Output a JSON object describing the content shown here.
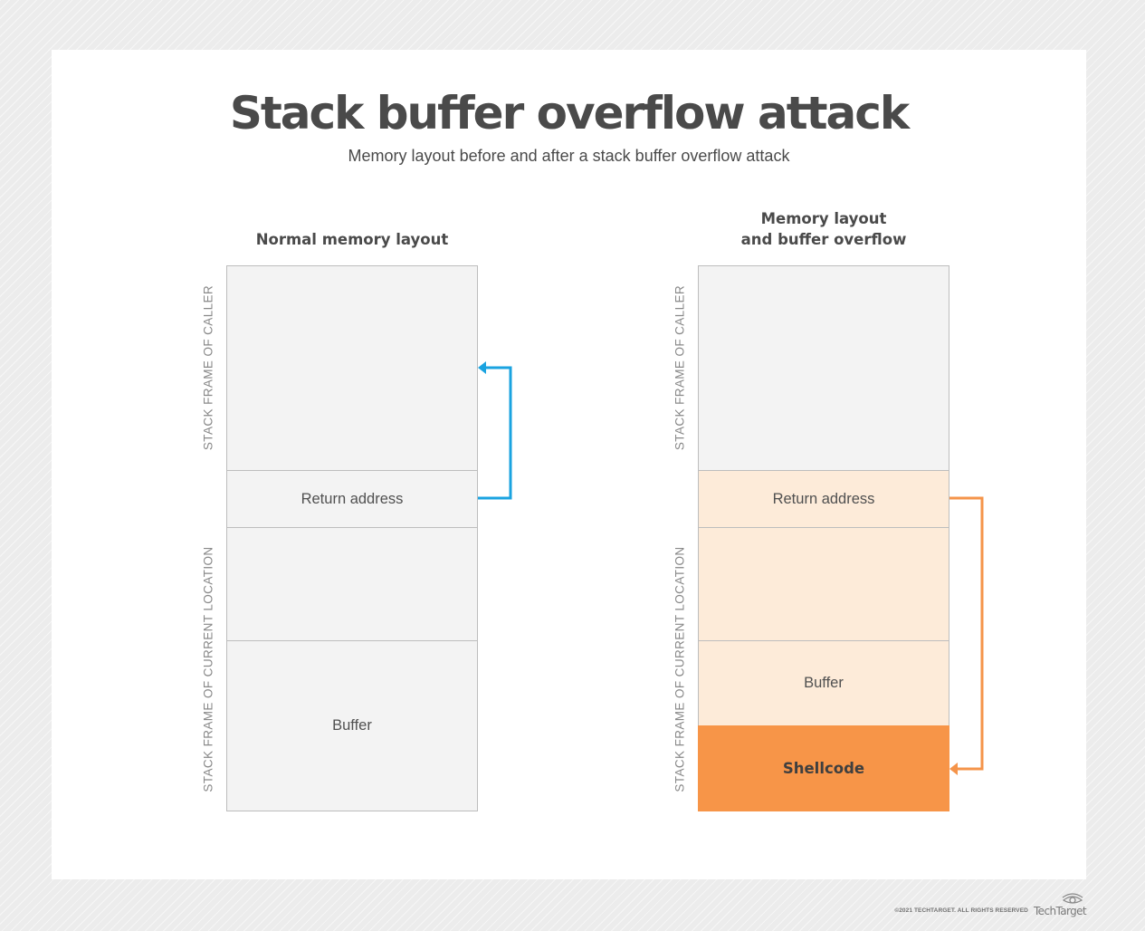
{
  "title": "Stack buffer overflow attack",
  "subtitle": "Memory layout before and after a stack buffer overflow attack",
  "left_column": {
    "heading": "Normal memory layout",
    "side_label_top": "STACK FRAME OF CALLER",
    "side_label_bottom": "STACK FRAME OF CURRENT LOCATION",
    "blocks": {
      "caller_frame": "",
      "return_address": "Return address",
      "current_frame": "",
      "buffer": "Buffer"
    },
    "arrow_color": "#1aa3e0"
  },
  "right_column": {
    "heading_line1": "Memory layout",
    "heading_line2": "and buffer overflow",
    "side_label_top": "STACK FRAME OF CALLER",
    "side_label_bottom": "STACK FRAME OF CURRENT LOCATION",
    "blocks": {
      "caller_frame": "",
      "return_address": "Return address",
      "current_frame": "",
      "buffer": "Buffer",
      "shellcode": "Shellcode"
    },
    "arrow_color": "#f5944a"
  },
  "colors": {
    "normal_block": "#f3f3f3",
    "overflow_block": "#fdebd9",
    "shellcode_block": "#f79548"
  },
  "footer": {
    "copyright": "©2021 TECHTARGET. ALL RIGHTS RESERVED",
    "brand": "TechTarget",
    "brand_icon": "eye-logo-icon"
  }
}
